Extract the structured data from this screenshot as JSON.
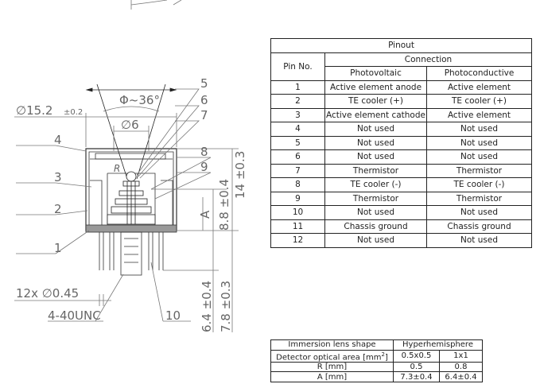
{
  "drawing": {
    "angle_label": "Φ~36°",
    "outer_diameter": "∅15.2",
    "outer_tol": "±0.2",
    "window_diameter": "∅6",
    "pin_diameter": "12x ∅0.45",
    "thread": "4-40UNC",
    "radius_label": "R",
    "dim_a_label": "A",
    "dim_height": "14 ±0.3",
    "dim_a_value": "8.8 ±0.4",
    "dim_pin1": "6.4 ±0.4",
    "dim_pin2": "7.8 ±0.3",
    "callouts": [
      "1",
      "2",
      "3",
      "4",
      "5",
      "6",
      "7",
      "8",
      "9",
      "10"
    ]
  },
  "pinout": {
    "title": "Pinout",
    "pin_header": "Pin No.",
    "connection_header": "Connection",
    "col_pv": "Photovoltaic",
    "col_pc": "Photoconductive",
    "rows": [
      [
        "1",
        "Active element anode",
        "Active element"
      ],
      [
        "2",
        "TE cooler (+)",
        "TE cooler (+)"
      ],
      [
        "3",
        "Active element cathode",
        "Active element"
      ],
      [
        "4",
        "Not used",
        "Not used"
      ],
      [
        "5",
        "Not used",
        "Not used"
      ],
      [
        "6",
        "Not used",
        "Not used"
      ],
      [
        "7",
        "Thermistor",
        "Thermistor"
      ],
      [
        "8",
        "TE cooler (-)",
        "TE cooler (-)"
      ],
      [
        "9",
        "Thermistor",
        "Thermistor"
      ],
      [
        "10",
        "Not used",
        "Not used"
      ],
      [
        "11",
        "Chassis ground",
        "Chassis ground"
      ],
      [
        "12",
        "Not used",
        "Not used"
      ]
    ]
  },
  "lens": {
    "shape_label": "Immersion lens shape",
    "shape_value": "Hyperhemisphere",
    "area_label": "Detector optical area [mm",
    "area_sup": "2",
    "area_close": "]",
    "area_values": [
      "0.5x0.5",
      "1x1"
    ],
    "r_label": "R [mm]",
    "r_values": [
      "0.5",
      "0.8"
    ],
    "a_label": "A [mm]",
    "a_values": [
      "7.3±0.4",
      "6.4±0.4"
    ]
  }
}
